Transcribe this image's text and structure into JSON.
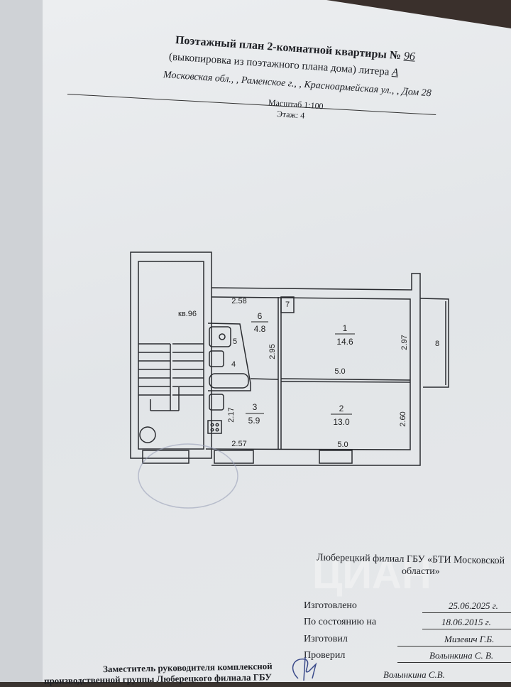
{
  "header": {
    "title": "Поэтажный план 2-комнатной квартиры №",
    "apartment_number": "96",
    "subtitle": "(выкопировка из поэтажного плана дома) литера",
    "litera": "А",
    "address": "Московская обл., , Раменское г., , Красноармейская ул., , Дом 28",
    "scale": "Масштаб 1:100",
    "floor": "Этаж: 4"
  },
  "plan": {
    "apartment_label": "кв.96",
    "rooms": [
      {
        "id": "1",
        "area": "14.6"
      },
      {
        "id": "2",
        "area": "13.0"
      },
      {
        "id": "3",
        "area": "5.9"
      },
      {
        "id": "4"
      },
      {
        "id": "5"
      },
      {
        "id": "6",
        "area": "4.8"
      },
      {
        "id": "7"
      },
      {
        "id": "8"
      }
    ],
    "dimensions": {
      "corridor_width": "2.58",
      "corridor_length": "2.95",
      "room1_depth": "2.97",
      "room1_width": "5.0",
      "room2_depth": "2.60",
      "room2_width": "5.0",
      "kitchen_depth": "2.17",
      "kitchen_width": "2.57"
    }
  },
  "footer": {
    "organization_line1": "Люберецкий филиал ГБУ «БТИ Московской",
    "organization_line2": "области»",
    "fields": [
      {
        "label": "Изготовлено",
        "value": "25.06.2025 г."
      },
      {
        "label": "По состоянию на",
        "value": "18.06.2015 г."
      },
      {
        "label": "Изготовил",
        "value": "Мизевич Г.Б."
      },
      {
        "label": "Проверил",
        "value": "Волынкина С. В."
      }
    ],
    "deputy_line1": "Заместитель руководителя комплексной",
    "deputy_line2": "производственной группы Люберецкого филиала ГБУ",
    "deputy_name": "Волынкина С.В."
  },
  "watermark": "ЦИАН"
}
